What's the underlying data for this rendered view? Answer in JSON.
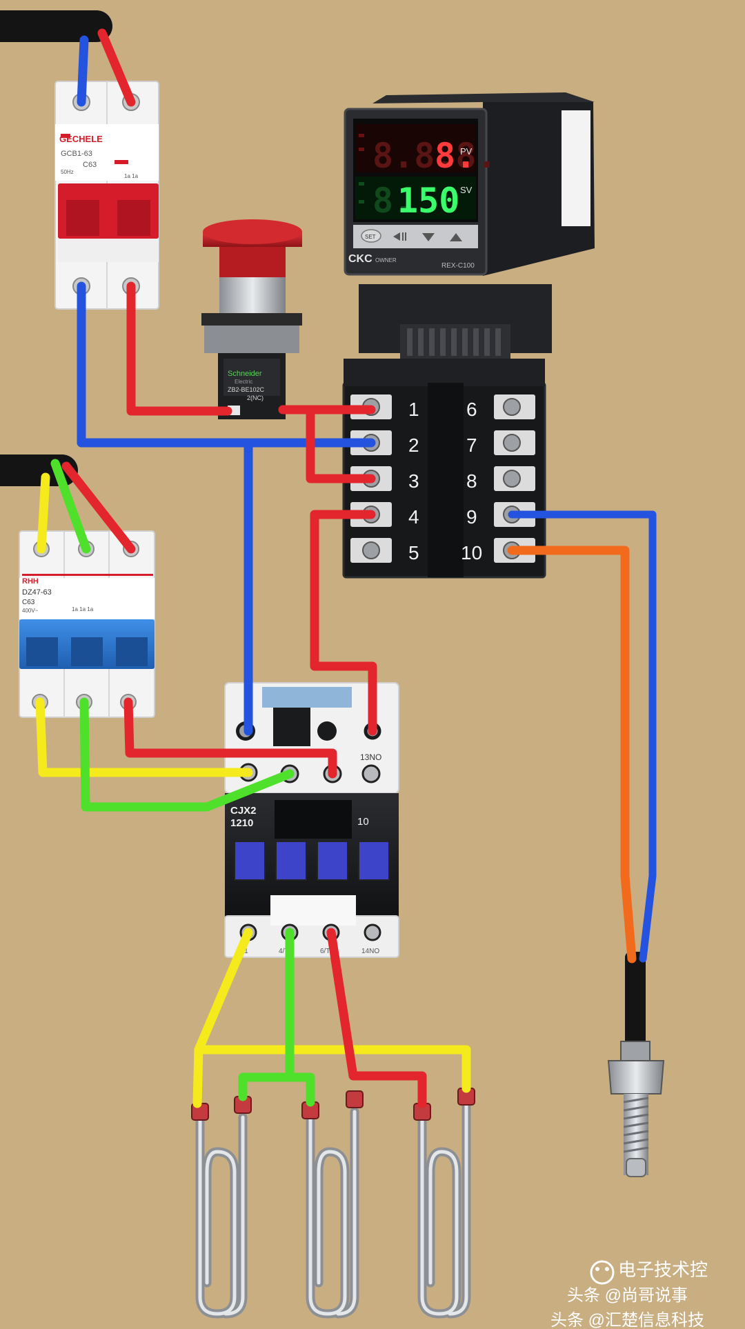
{
  "colors": {
    "background": "#c9ae82",
    "wire_blue": "#2453e0",
    "wire_red": "#e3262d",
    "wire_yellow": "#f4ea1c",
    "wire_green": "#4ee02a",
    "wire_orange": "#f26b1d",
    "cable_black": "#141414",
    "seg_red": "#ff3b3b",
    "seg_green": "#3bff6a"
  },
  "breaker_2p": {
    "brand": "GECHELE",
    "model": "GCB1-63",
    "rating": "C63",
    "spec_left": "50Hz",
    "spec_right": "1a 1a"
  },
  "breaker_3p": {
    "brand": "RHH",
    "model": "DZ47-63",
    "rating": "C63",
    "spec_left": "400V~",
    "spec_right": "1a 1a 1a"
  },
  "estop": {
    "brand": "Schneider",
    "sub": "Electric",
    "model": "ZB2-BE102C",
    "contact": "2(NC)"
  },
  "controller": {
    "brand": "CKC",
    "brand_sub": "OWNER",
    "model": "REX-C100",
    "pv_label": "PV",
    "sv_label": "SV",
    "pv_prefix": "8.8.8.",
    "pv_suffix": "8.",
    "sv_prefix": "8.",
    "sv_suffix": "150",
    "set_key": "SET",
    "terminals_left": [
      "1",
      "2",
      "3",
      "4",
      "5"
    ],
    "terminals_right": [
      "6",
      "7",
      "8",
      "9",
      "10"
    ]
  },
  "contactor": {
    "model": "CJX2",
    "model_sub": "1210",
    "no_label": "13NO",
    "contact_label": "10",
    "bottom_labels": [
      "T1",
      "4/T2",
      "6/T3",
      "14NO"
    ]
  },
  "watermark": {
    "line1": "电子技术控",
    "line2": "头条 @尚哥说事",
    "line3": "头条 @汇楚信息科技"
  }
}
